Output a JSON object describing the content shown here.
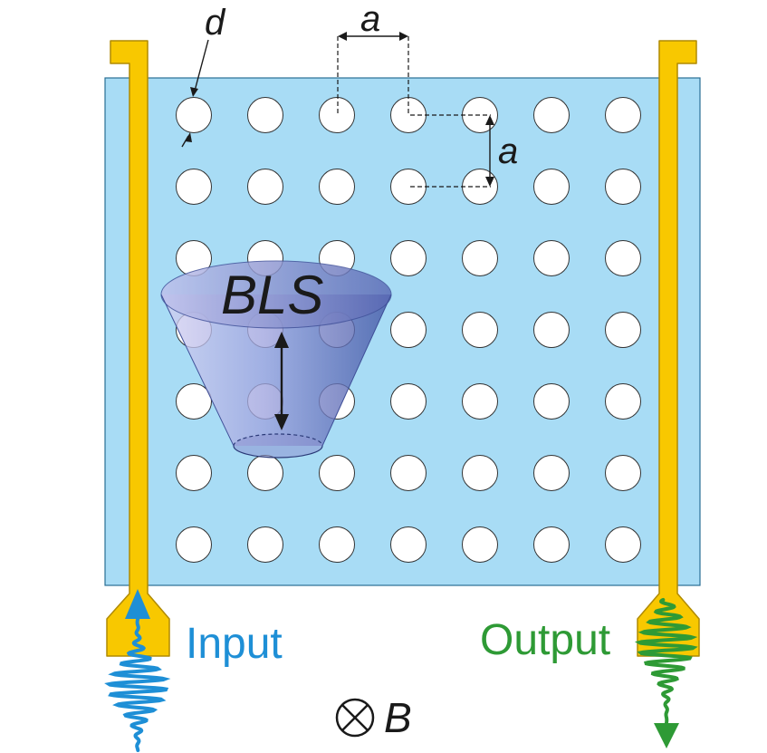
{
  "labels": {
    "d": "d",
    "a_top": "a",
    "a_right": "a",
    "bls": "BLS",
    "input": "Input",
    "output": "Output",
    "field": "B"
  },
  "lattice": {
    "rows": 7,
    "cols": 7
  },
  "colors": {
    "film": "#a8dcf5",
    "film_border": "#2a6e94",
    "antenna": "#f8c800",
    "antenna_border": "#b08a00",
    "hole": "#ffffff",
    "input_wave": "#1e8fd6",
    "output_wave": "#2e9a35",
    "input_text": "#1e8fd6",
    "output_text": "#2e9a35",
    "bls_cone_light": "#c8c8f0",
    "bls_cone_dark": "#4a5ca8",
    "ink": "#1a1a1a"
  }
}
